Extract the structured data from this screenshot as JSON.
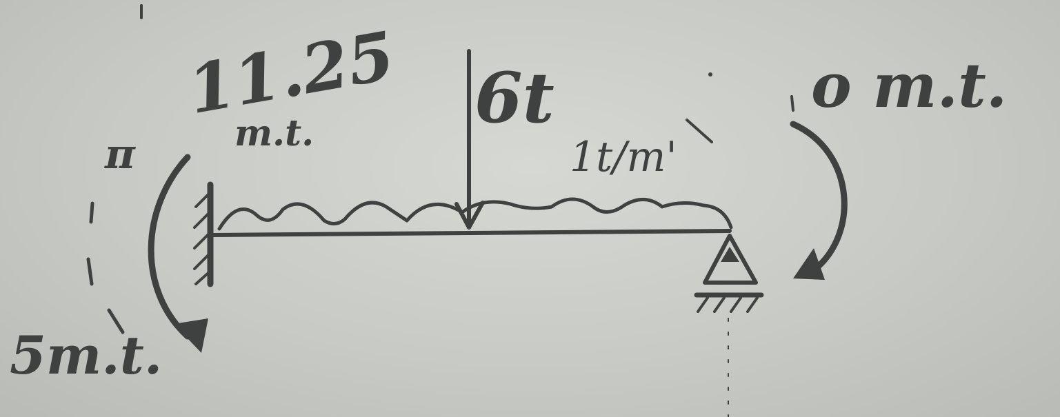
{
  "labels": {
    "left_moment_value": "11.25",
    "left_moment_unit": "m.t.",
    "point_load": "6t",
    "distributed_load": "1t/m'",
    "right_moment": "o m.t.",
    "bottom_moment": "5m.t.",
    "pi_mark": "π"
  },
  "colors": {
    "paper": "#c9cbc6",
    "ink": "#3e413f"
  }
}
